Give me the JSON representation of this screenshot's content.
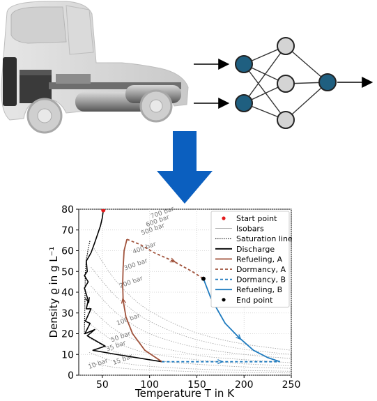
{
  "colors": {
    "node_blue": "#1f5f80",
    "node_gray": "#d4d4d4",
    "big_arrow": "#0b5fbf",
    "discharge": "#000000",
    "refuel_a": "#a0523b",
    "dormancy_a": "#a0523b",
    "dormancy_b": "#1f7bbf",
    "refuel_b": "#1f7bbf",
    "start_point": "#e31a1c",
    "end_point": "#000000",
    "isobar": "#aaaaaa"
  },
  "icons": [
    "truck-illustration",
    "neural-network-icon",
    "down-arrow-icon"
  ],
  "chart_data": {
    "type": "line",
    "xlabel": "Temperature T in K",
    "ylabel": "Density ϱ in g L⁻¹",
    "xlim": [
      25,
      250
    ],
    "ylim": [
      0,
      80
    ],
    "x_ticks": [
      "50",
      "100",
      "150",
      "200",
      "250"
    ],
    "y_ticks": [
      "0",
      "10",
      "20",
      "30",
      "40",
      "50",
      "60",
      "70",
      "80"
    ],
    "grid": true,
    "legend_position": "top-right",
    "legend": [
      "Start point",
      "Isobars",
      "Saturation line",
      "Discharge",
      "Refueling, A",
      "Dormancy, A",
      "Dormancy, B",
      "Refueling, B",
      "End point"
    ],
    "isobar_labels": [
      {
        "text": "700 bar",
        "x": 102,
        "y": 75.5
      },
      {
        "text": "600 bar",
        "x": 97,
        "y": 71.5
      },
      {
        "text": "500 bar",
        "x": 92,
        "y": 67.5
      },
      {
        "text": "400 bar",
        "x": 83,
        "y": 58.5
      },
      {
        "text": "300 bar",
        "x": 74,
        "y": 50.5
      },
      {
        "text": "200 bar",
        "x": 69,
        "y": 42
      },
      {
        "text": "100 bar",
        "x": 66,
        "y": 24
      },
      {
        "text": "50 bar",
        "x": 60,
        "y": 16
      },
      {
        "text": "35 bar",
        "x": 55,
        "y": 11.5
      },
      {
        "text": "15 bar",
        "x": 62,
        "y": 5
      },
      {
        "text": "10 bar",
        "x": 36,
        "y": 3
      }
    ],
    "isobars": [
      {
        "x": [
          40,
          60,
          80,
          100,
          130,
          160,
          200,
          250
        ],
        "y": [
          62,
          48,
          38,
          31,
          24,
          19,
          15,
          12
        ]
      },
      {
        "x": [
          38,
          60,
          80,
          100,
          130,
          160,
          200,
          250
        ],
        "y": [
          52,
          40,
          32,
          26,
          20,
          16,
          12.5,
          10
        ]
      },
      {
        "x": [
          38,
          60,
          80,
          100,
          130,
          160,
          200,
          250
        ],
        "y": [
          43,
          32,
          25,
          20,
          15.5,
          12.5,
          10,
          8
        ]
      },
      {
        "x": [
          36,
          60,
          80,
          100,
          130,
          160,
          200,
          250
        ],
        "y": [
          33,
          23,
          18,
          14.5,
          11.5,
          9,
          7.5,
          6
        ]
      },
      {
        "x": [
          36,
          60,
          80,
          100,
          130,
          160,
          200,
          250
        ],
        "y": [
          25,
          17,
          13,
          10.5,
          8.5,
          7,
          5.5,
          4.5
        ]
      },
      {
        "x": [
          36,
          60,
          80,
          100,
          130,
          160,
          200,
          250
        ],
        "y": [
          18,
          12,
          9,
          7.5,
          6,
          5,
          4,
          3.3
        ]
      },
      {
        "x": [
          36,
          60,
          80,
          100,
          130,
          160,
          200,
          250
        ],
        "y": [
          11,
          7,
          5.3,
          4.3,
          3.4,
          2.8,
          2.3,
          1.9
        ]
      },
      {
        "x": [
          36,
          60,
          80,
          100,
          130,
          160,
          200,
          250
        ],
        "y": [
          6,
          4,
          3,
          2.5,
          2,
          1.6,
          1.3,
          1.1
        ]
      }
    ],
    "series": [
      {
        "name": "Start point",
        "marker": "dot",
        "x": [
          51
        ],
        "y": [
          79.5
        ]
      },
      {
        "name": "Saturation line",
        "style": "dotted",
        "x": [
          31,
          31.5,
          32,
          33,
          34,
          35,
          36,
          37
        ],
        "y": [
          20,
          35,
          50,
          56,
          58,
          61,
          63,
          65
        ]
      },
      {
        "name": "Discharge",
        "style": "solid",
        "x": [
          51,
          50,
          48,
          45,
          42,
          38,
          33,
          34,
          31,
          35,
          31,
          35,
          33,
          38,
          32,
          37,
          31.5,
          42,
          34,
          53,
          40,
          65,
          113
        ],
        "y": [
          79.5,
          76,
          72,
          68,
          64,
          59,
          55,
          50,
          48,
          45,
          42,
          36,
          32,
          32,
          26,
          25,
          20,
          22,
          19,
          14,
          12,
          10,
          6.5
        ]
      },
      {
        "name": "Refueling, A",
        "style": "solid",
        "x": [
          113,
          95,
          82,
          75,
          72,
          71.5,
          72,
          73,
          76
        ],
        "y": [
          6.5,
          12,
          20,
          28,
          36,
          44,
          52,
          60,
          65.5
        ]
      },
      {
        "name": "Dormancy, A",
        "style": "dashed",
        "x": [
          76,
          90,
          105,
          125,
          145,
          157
        ],
        "y": [
          65.5,
          63,
          59,
          55,
          50,
          46.5
        ]
      },
      {
        "name": "End point",
        "marker": "dot",
        "x": [
          157
        ],
        "y": [
          46.5
        ]
      },
      {
        "name": "Refueling, B",
        "style": "solid",
        "x": [
          157,
          165,
          180,
          195,
          210,
          225,
          238
        ],
        "y": [
          46.5,
          37,
          25,
          18,
          12,
          8.5,
          6.5
        ]
      },
      {
        "name": "Dormancy, B",
        "style": "dashed",
        "x": [
          113,
          140,
          175,
          210,
          238
        ],
        "y": [
          6.5,
          6.5,
          6.5,
          6.5,
          6.5
        ]
      }
    ]
  }
}
